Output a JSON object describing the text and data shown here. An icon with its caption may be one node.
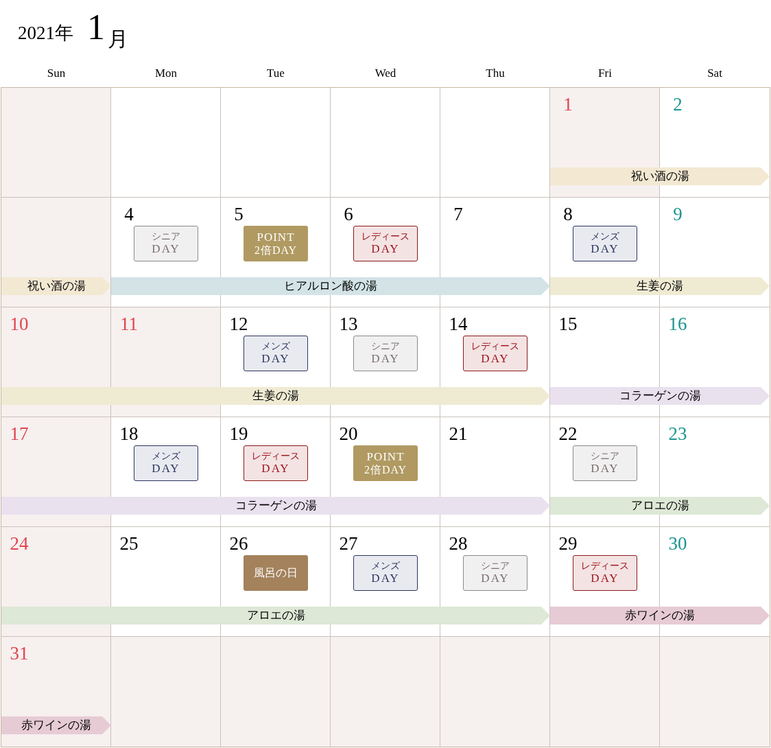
{
  "diagram": {
    "nodes": [
      {
        "text": [
          "1"
        ]
      },
      {
        "text": [
          "2"
        ]
      },
      {
        "text": [
          "祝い酒の湯"
        ]
      },
      {
        "text": [
          "4"
        ]
      },
      {
        "text": [
          "シニア",
          "DAY"
        ],
        "in": 3
      },
      {
        "text": [
          "5"
        ]
      },
      {
        "text": [
          "POINT",
          "2倍DAY"
        ],
        "in": 5
      },
      {
        "text": [
          "6"
        ]
      },
      {
        "text": [
          "レディース",
          "DAY"
        ],
        "in": 7
      },
      {
        "text": [
          "7"
        ]
      },
      {
        "text": [
          "8"
        ]
      },
      {
        "text": [
          "メンズ",
          "DAY"
        ],
        "in": 10
      },
      {
        "text": [
          "9"
        ]
      },
      {
        "text": [
          "祝い酒の湯"
        ]
      },
      {
        "text": [
          "ヒアルロン酸の湯"
        ]
      },
      {
        "text": [
          "生姜の湯"
        ]
      },
      {
        "text": [
          "10"
        ]
      },
      {
        "text": [
          "11"
        ]
      },
      {
        "text": [
          "12"
        ]
      },
      {
        "text": [
          "メンズ",
          "DAY"
        ],
        "in": 18
      },
      {
        "text": [
          "13"
        ]
      },
      {
        "text": [
          "シニア",
          "DAY"
        ],
        "in": 20
      },
      {
        "text": [
          "14"
        ]
      },
      {
        "text": [
          "レディース",
          "DAY"
        ],
        "in": 22
      },
      {
        "text": [
          "15"
        ]
      },
      {
        "text": [
          "16"
        ]
      },
      {
        "text": [
          "生姜の湯"
        ]
      },
      {
        "text": [
          "コラーゲンの湯"
        ]
      },
      {
        "text": [
          "17"
        ]
      },
      {
        "text": [
          "18"
        ]
      },
      {
        "text": [
          "メンズ",
          "DAY"
        ],
        "in": 29
      },
      {
        "text": [
          "19"
        ]
      },
      {
        "text": [
          "レディース",
          "DAY"
        ],
        "in": 31
      },
      {
        "text": [
          "20"
        ]
      },
      {
        "text": [
          "POINT",
          "2倍DAY"
        ],
        "in": 33
      },
      {
        "text": [
          "21"
        ]
      },
      {
        "text": [
          "22"
        ]
      },
      {
        "text": [
          "シニア",
          "DAY"
        ],
        "in": 36
      },
      {
        "text": [
          "23"
        ]
      },
      {
        "text": [
          "コラーゲンの湯"
        ]
      },
      {
        "text": [
          "アロエの湯"
        ]
      },
      {
        "text": [
          "24"
        ]
      },
      {
        "text": [
          "25"
        ]
      },
      {
        "text": [
          "26"
        ]
      },
      {
        "text": [
          "風呂の日"
        ],
        "in": 43
      },
      {
        "text": [
          "27"
        ]
      },
      {
        "text": [
          "メンズ",
          "DAY"
        ],
        "in": 45
      },
      {
        "text": [
          "28"
        ]
      },
      {
        "text": [
          "シニア",
          "DAY"
        ],
        "in": 47
      },
      {
        "text": [
          "29"
        ]
      },
      {
        "text": [
          "レディース",
          "DAY"
        ],
        "in": 49
      },
      {
        "text": [
          "30"
        ]
      },
      {
        "text": [
          "アロエの湯"
        ]
      },
      {
        "text": [
          "赤ワインの湯"
        ]
      },
      {
        "text": [
          "31"
        ]
      },
      {
        "text": [
          "赤ワインの湯"
        ]
      }
    ],
    "labels": [
      "2021年",
      "1",
      "月",
      "Sun",
      "Mon",
      "Tue",
      "Wed",
      "Thu",
      "Fri",
      "Sat"
    ]
  }
}
